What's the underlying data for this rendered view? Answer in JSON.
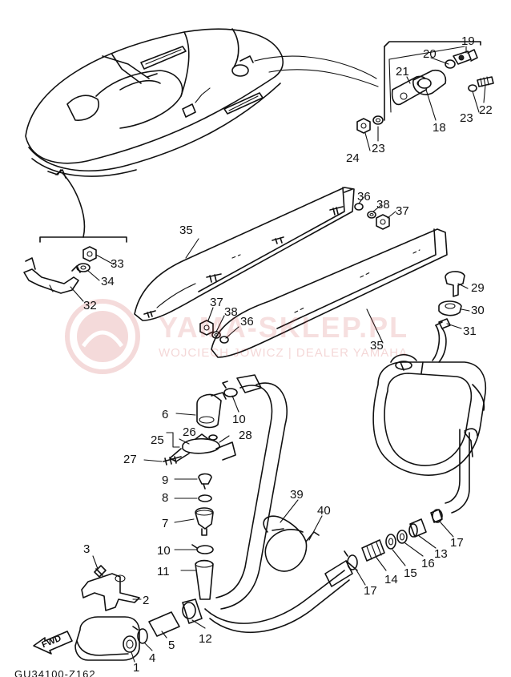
{
  "watermark": {
    "brand": "YAMA-SKLEP.PL",
    "dealer": "WOJCIECH JOWICZ | DEALER YAMAHA"
  },
  "fwd_label": "FWD",
  "figure_code": "GU34100-Z162",
  "callouts": [
    "1",
    "2",
    "3",
    "4",
    "5",
    "6",
    "7",
    "8",
    "9",
    "10",
    "10",
    "11",
    "12",
    "13",
    "14",
    "15",
    "16",
    "17",
    "17",
    "18",
    "19",
    "20",
    "21",
    "22",
    "23",
    "23",
    "24",
    "25",
    "26",
    "27",
    "28",
    "29",
    "30",
    "31",
    "32",
    "33",
    "34",
    "35",
    "35",
    "36",
    "36",
    "37",
    "37",
    "38",
    "38",
    "39",
    "40"
  ],
  "colors": {
    "line": "#111111",
    "watermark": "#c83737"
  }
}
